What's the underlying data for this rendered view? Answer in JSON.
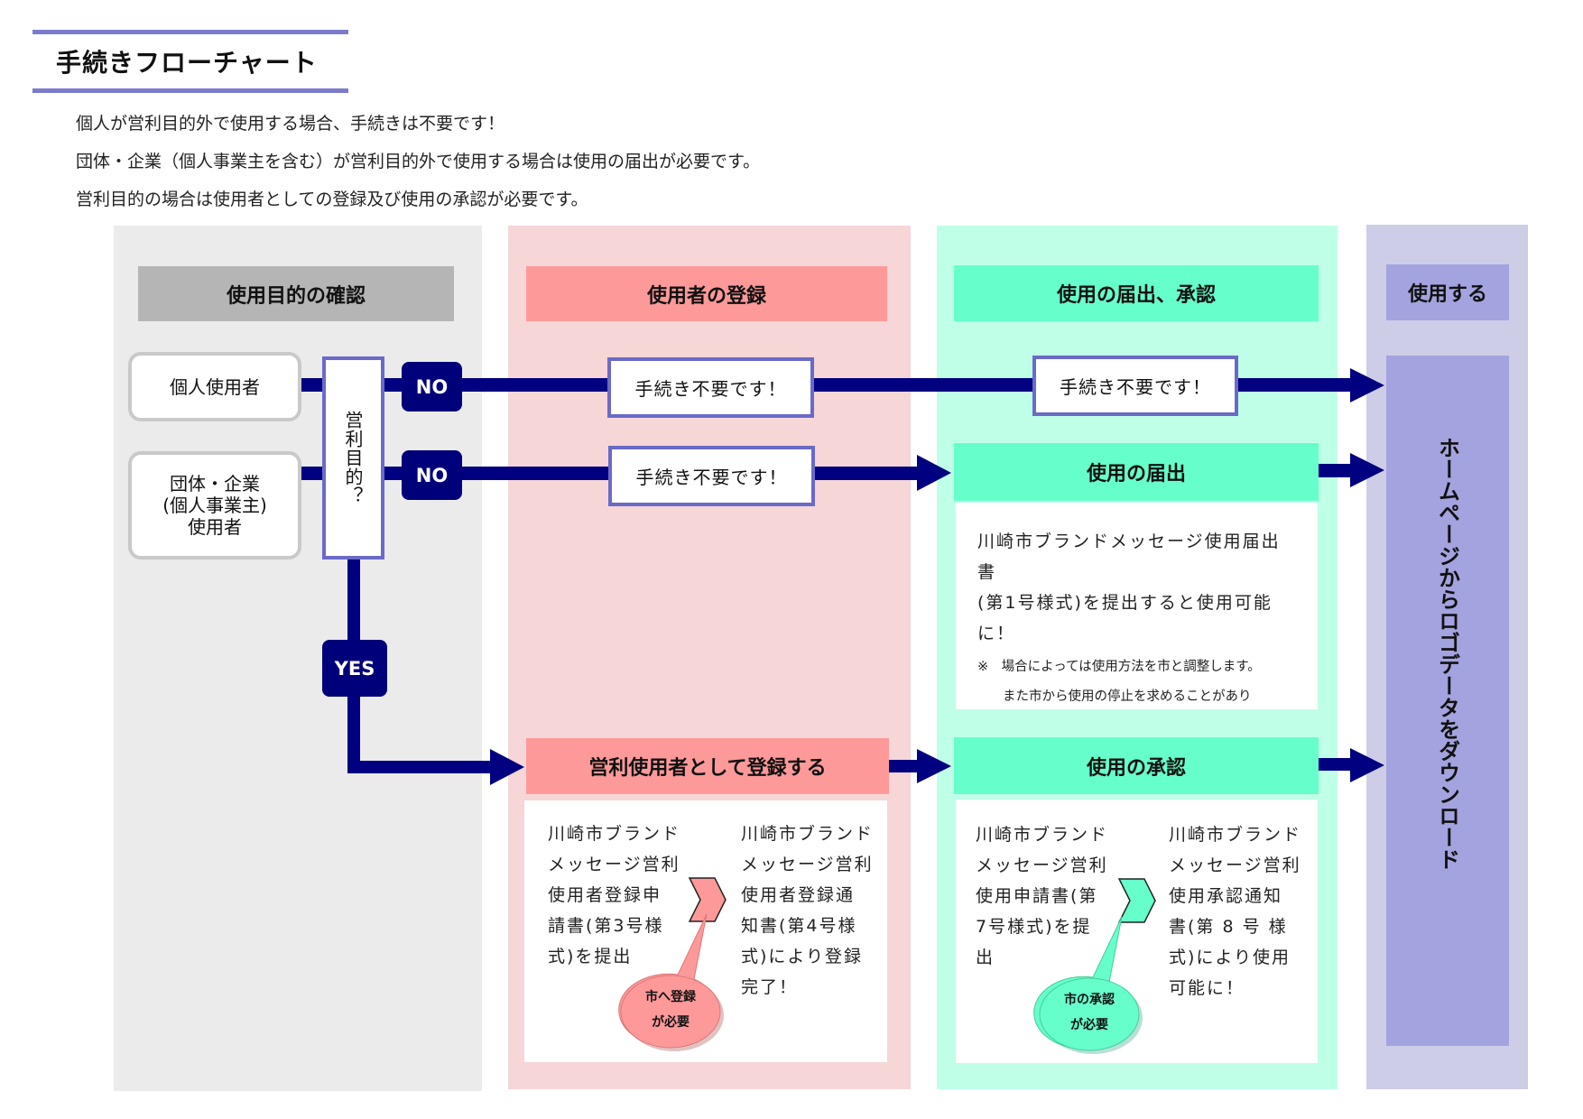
{
  "header": {
    "title": "手続きフローチャート",
    "paragraphs": [
      "個人が営利目的外で使用する場合、手続きは不要です！",
      "団体・企業（個人事業主を含む）が営利目的外で使用する場合は使用の届出が必要です。",
      "営利目的の場合は使用者としての登録及び使用の承認が必要です。"
    ]
  },
  "columns": {
    "purpose": {
      "title": "使用目的の確認",
      "color": "#ebebeb",
      "header_color": "#b5b5b5"
    },
    "registration": {
      "title": "使用者の登録",
      "color": "#f6d6d7",
      "header_color": "#fe999a"
    },
    "notification": {
      "title": "使用の届出、承認",
      "color": "#bfffe8",
      "header_color": "#66ffcc"
    },
    "use": {
      "title": "使用する",
      "color": "#cdcde8",
      "header_color": "#a3a3e0"
    }
  },
  "users": {
    "individual": "個人使用者",
    "group_lines": [
      "団体・企業",
      "(個人事業主)",
      "使用者"
    ]
  },
  "decision": {
    "label": "営利目的？",
    "no_label": "NO",
    "yes_label": "YES"
  },
  "no_procedure": "手続き不要です！",
  "notification_step": {
    "title": "使用の届出",
    "body_lines": [
      "川崎市ブランドメッセージ使用届出書",
      "(第1号様式)を提出すると使用可能",
      "に！"
    ],
    "note_lines": [
      "※　場合によっては使用方法を市と調整します。",
      "また市から使用の停止を求めることがあり"
    ]
  },
  "registration_step": {
    "title": "営利使用者として登録する",
    "left_lines": [
      "川崎市ブランド",
      "メッセージ営利",
      "使用者登録申",
      "請書(第3号様",
      "式)を提出"
    ],
    "right_lines": [
      "川崎市ブランド",
      "メッセージ営利",
      "使用者登録通",
      "知書(第4号様",
      "式)により登録",
      "完了！"
    ],
    "bubble_lines": [
      "市へ登録",
      "が必要"
    ],
    "chevron_color": "#fe999a"
  },
  "approval_step": {
    "title": "使用の承認",
    "left_lines": [
      "川崎市ブランド",
      "メッセージ営利",
      "使用申請書(第",
      "7号様式)を提",
      "出"
    ],
    "right_lines": [
      "川崎市ブランド",
      "メッセージ営利",
      "使用承認通知",
      "書(第 8 号 様",
      "式)により使用",
      "可能に！"
    ],
    "bubble_lines": [
      "市の承認",
      "が必要"
    ],
    "chevron_color": "#66ffcc"
  },
  "download": {
    "label": "ホームページからロゴデータをダウンロード"
  },
  "colors": {
    "arrow": "#000080",
    "box_border": "#6a6ac8",
    "accent_rule": "#7b7bcc"
  }
}
